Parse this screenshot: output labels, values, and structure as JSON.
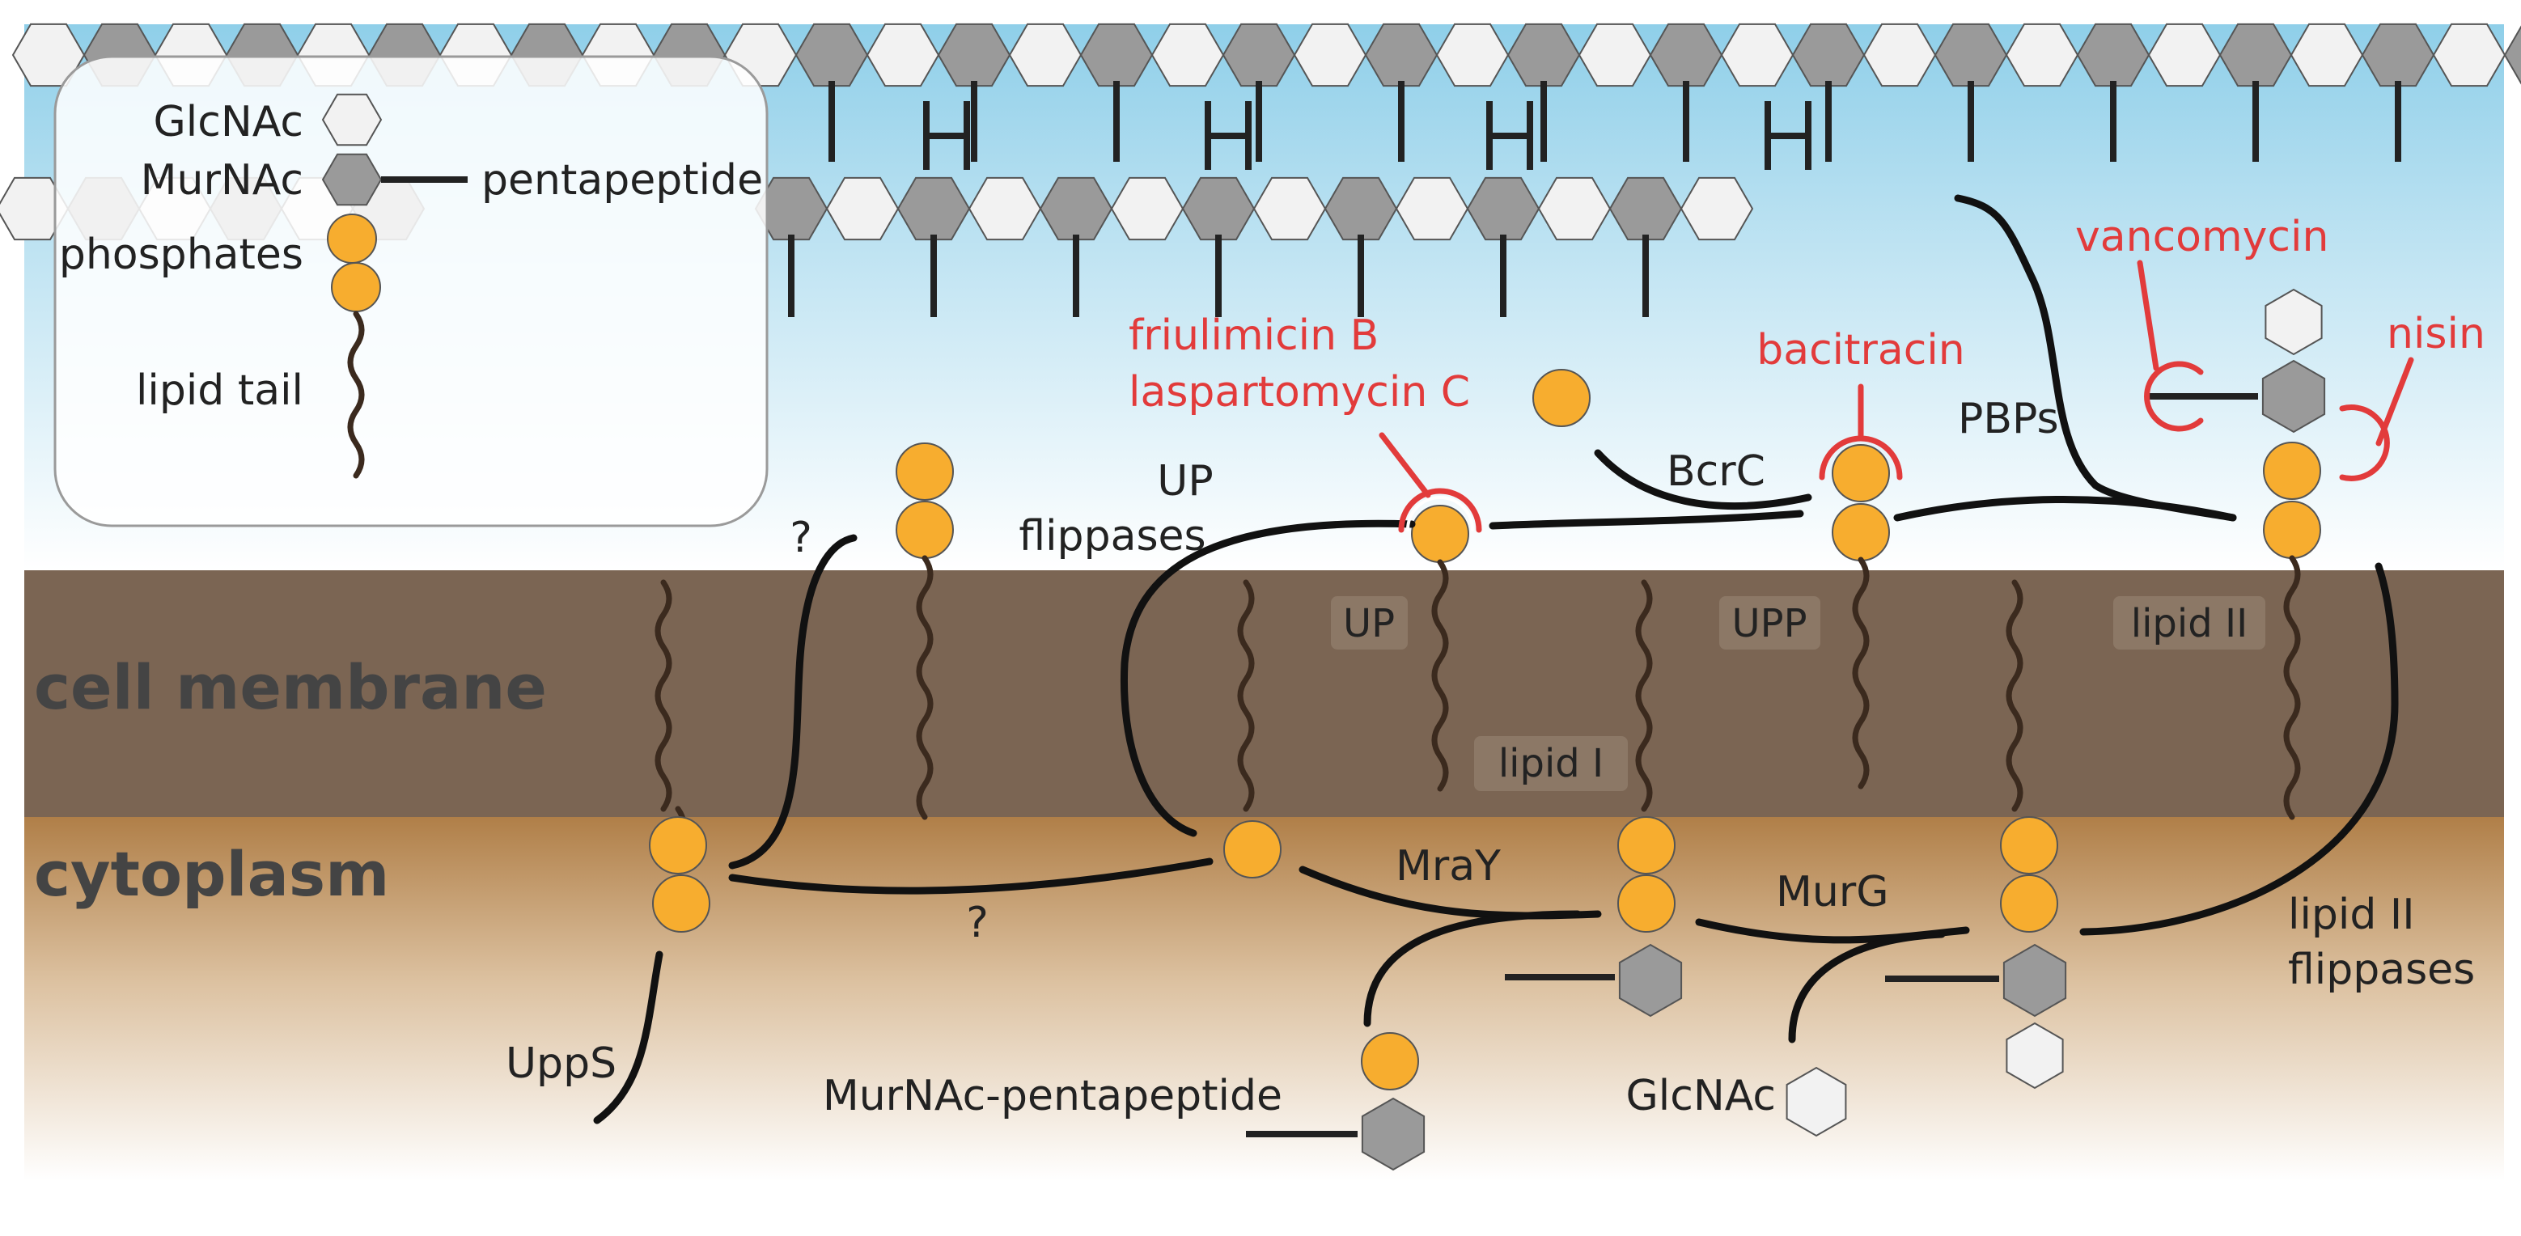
{
  "regions": {
    "membrane": "cell membrane",
    "cytoplasm": "cytoplasm"
  },
  "legend": {
    "glcnac": "GlcNAc",
    "murnac": "MurNAc",
    "pentapeptide": "pentapeptide",
    "phosphates": "phosphates",
    "lipid_tail": "lipid tail"
  },
  "species": {
    "up": "UP",
    "upp": "UPP",
    "lipid_i": "lipid I",
    "lipid_ii": "lipid II"
  },
  "enzymes": {
    "uppS": "UppS",
    "mraY": "MraY",
    "murG": "MurG",
    "bcrC": "BcrC",
    "pbps": "PBPs",
    "up_flippases_1": "UP",
    "up_flippases_2": "flippases",
    "lipidII_flippases_1": "lipid II",
    "lipidII_flippases_2": "flippases",
    "unknown_up": "?",
    "unknown_cyt": "?"
  },
  "substrates": {
    "murnac_pentapeptide": "MurNAc-pentapeptide",
    "glcnac": "GlcNAc"
  },
  "antibiotics": {
    "friulimicin": "friulimicin B",
    "laspartomycin": "laspartomycin C",
    "bacitracin": "bacitracin",
    "vancomycin": "vancomycin",
    "nisin": "nisin"
  },
  "colors": {
    "phosphate": "#f7ad2f",
    "murnac": "#9a9a9a",
    "glcnac": "#f2f2f2",
    "membrane": "#7b6553",
    "antibiotic": "#e23b3b",
    "lipid": "#3b2a1e"
  }
}
